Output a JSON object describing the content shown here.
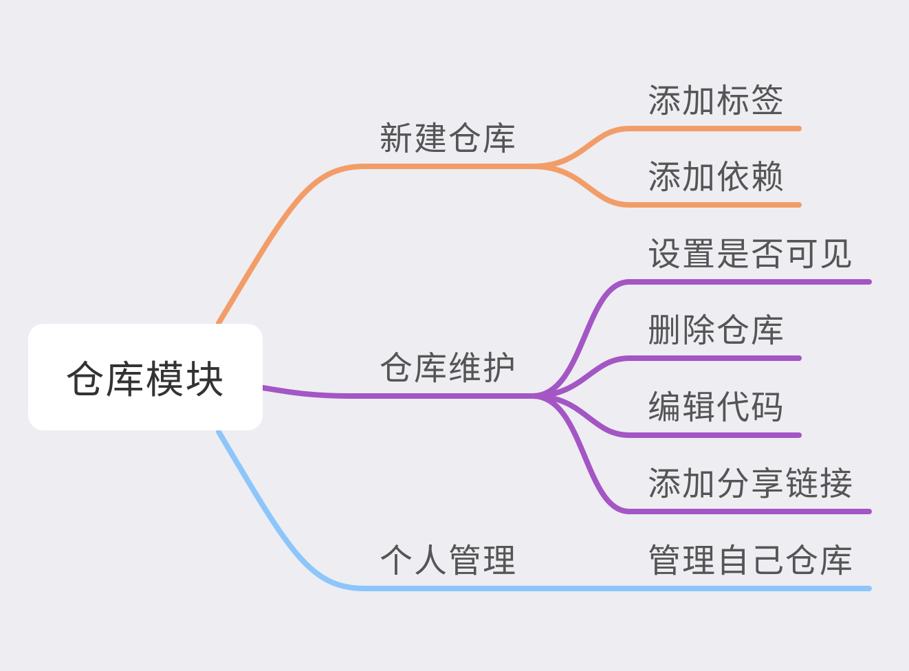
{
  "root": {
    "label": "仓库模块"
  },
  "branches": [
    {
      "label": "新建仓库",
      "color": "#F29D68",
      "children": [
        {
          "label": "添加标签"
        },
        {
          "label": "添加依赖"
        }
      ]
    },
    {
      "label": "仓库维护",
      "color": "#A356C4",
      "children": [
        {
          "label": "设置是否可见"
        },
        {
          "label": "删除仓库"
        },
        {
          "label": "编辑代码"
        },
        {
          "label": "添加分享链接"
        }
      ]
    },
    {
      "label": "个人管理",
      "color": "#8CC6FA",
      "children": [
        {
          "label": "管理自己仓库"
        }
      ]
    }
  ]
}
